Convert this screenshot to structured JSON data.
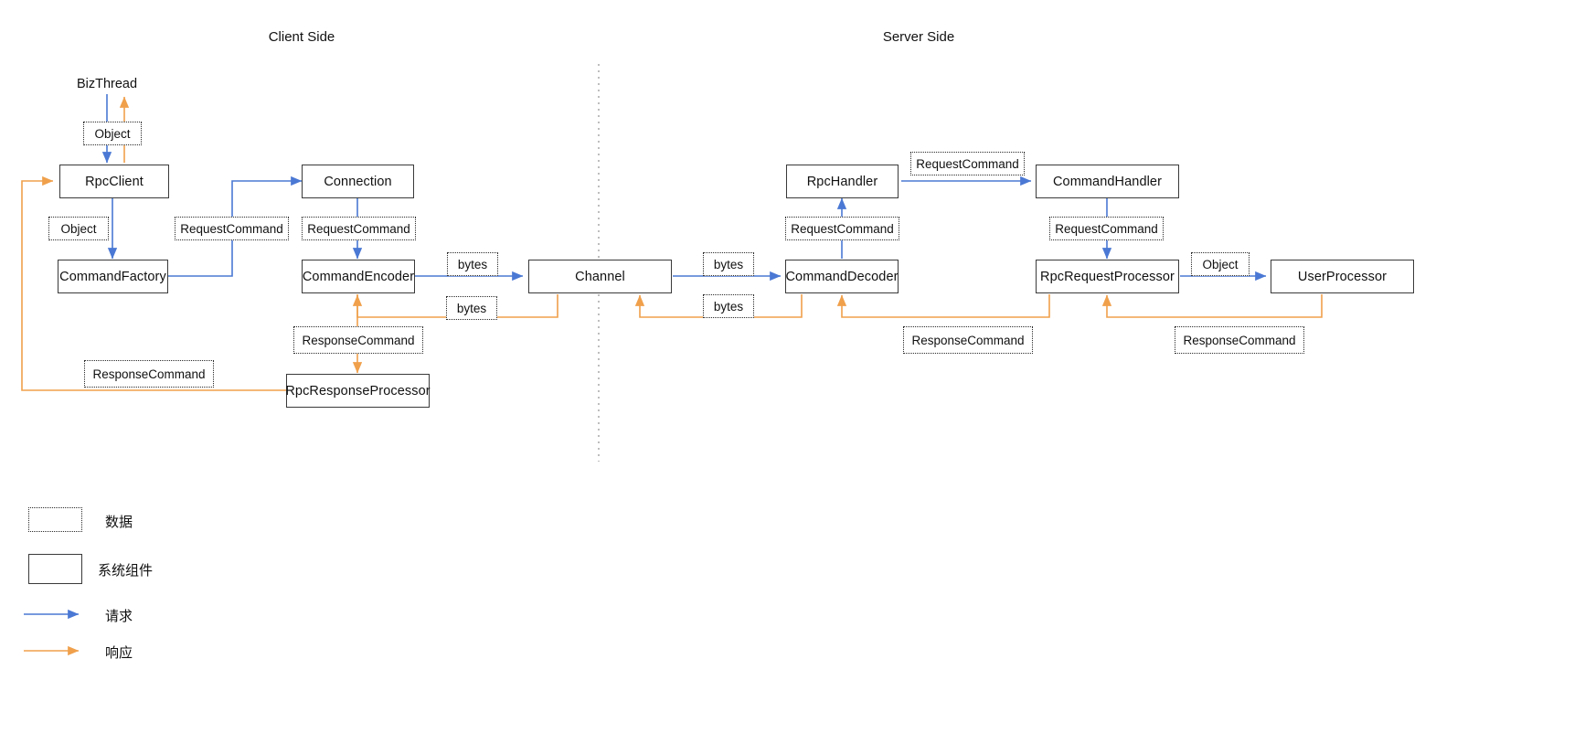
{
  "diagram": {
    "title_client": "Client Side",
    "title_server": "Server Side",
    "colors": {
      "request_arrow": "#4a78d4",
      "response_arrow": "#f0a04b",
      "node_border": "#3a3a3a",
      "data_border": "#2b2b2b",
      "divider": "#9a9a9a",
      "background": "#ffffff"
    },
    "nodes": [
      {
        "id": "bizthread",
        "label": "BizThread",
        "type": "label"
      },
      {
        "id": "rpcclient",
        "label": "RpcClient",
        "type": "component"
      },
      {
        "id": "commandfactory",
        "label": "CommandFactory",
        "type": "component"
      },
      {
        "id": "connection",
        "label": "Connection",
        "type": "component"
      },
      {
        "id": "commandencoder",
        "label": "CommandEncoder",
        "type": "component"
      },
      {
        "id": "rpcresponseprocessor",
        "label": "RpcResponseProcessor",
        "type": "component"
      },
      {
        "id": "channel",
        "label": "Channel",
        "type": "component"
      },
      {
        "id": "commanddecoder",
        "label": "CommandDecoder",
        "type": "component"
      },
      {
        "id": "rpchandler",
        "label": "RpcHandler",
        "type": "component"
      },
      {
        "id": "commandhandler",
        "label": "CommandHandler",
        "type": "component"
      },
      {
        "id": "rpcrequestprocessor",
        "label": "RpcRequestProcessor",
        "type": "component"
      },
      {
        "id": "userprocessor",
        "label": "UserProcessor",
        "type": "component"
      }
    ],
    "data_labels": [
      {
        "id": "d-object-bizthread",
        "label": "Object"
      },
      {
        "id": "d-object-rpcclient",
        "label": "Object"
      },
      {
        "id": "d-req-factory",
        "label": "RequestCommand"
      },
      {
        "id": "d-req-connection",
        "label": "RequestCommand"
      },
      {
        "id": "d-bytes-enc-out",
        "label": "bytes"
      },
      {
        "id": "d-bytes-enc-in",
        "label": "bytes"
      },
      {
        "id": "d-resp-encoder",
        "label": "ResponseCommand"
      },
      {
        "id": "d-resp-client",
        "label": "ResponseCommand"
      },
      {
        "id": "d-bytes-dec-in",
        "label": "bytes"
      },
      {
        "id": "d-bytes-dec-out",
        "label": "bytes"
      },
      {
        "id": "d-req-decoder",
        "label": "RequestCommand"
      },
      {
        "id": "d-req-handler",
        "label": "RequestCommand"
      },
      {
        "id": "d-req-cmdhandler",
        "label": "RequestCommand"
      },
      {
        "id": "d-resp-decoder",
        "label": "ResponseCommand"
      },
      {
        "id": "d-object-userproc",
        "label": "Object"
      },
      {
        "id": "d-resp-userproc",
        "label": "ResponseCommand"
      }
    ],
    "legend": [
      {
        "id": "legend-data",
        "label": "数据",
        "swatch": "dotted-box"
      },
      {
        "id": "legend-component",
        "label": "系统组件",
        "swatch": "solid-box"
      },
      {
        "id": "legend-request",
        "label": "请求",
        "swatch": "blue-arrow"
      },
      {
        "id": "legend-response",
        "label": "响应",
        "swatch": "orange-arrow"
      }
    ]
  }
}
